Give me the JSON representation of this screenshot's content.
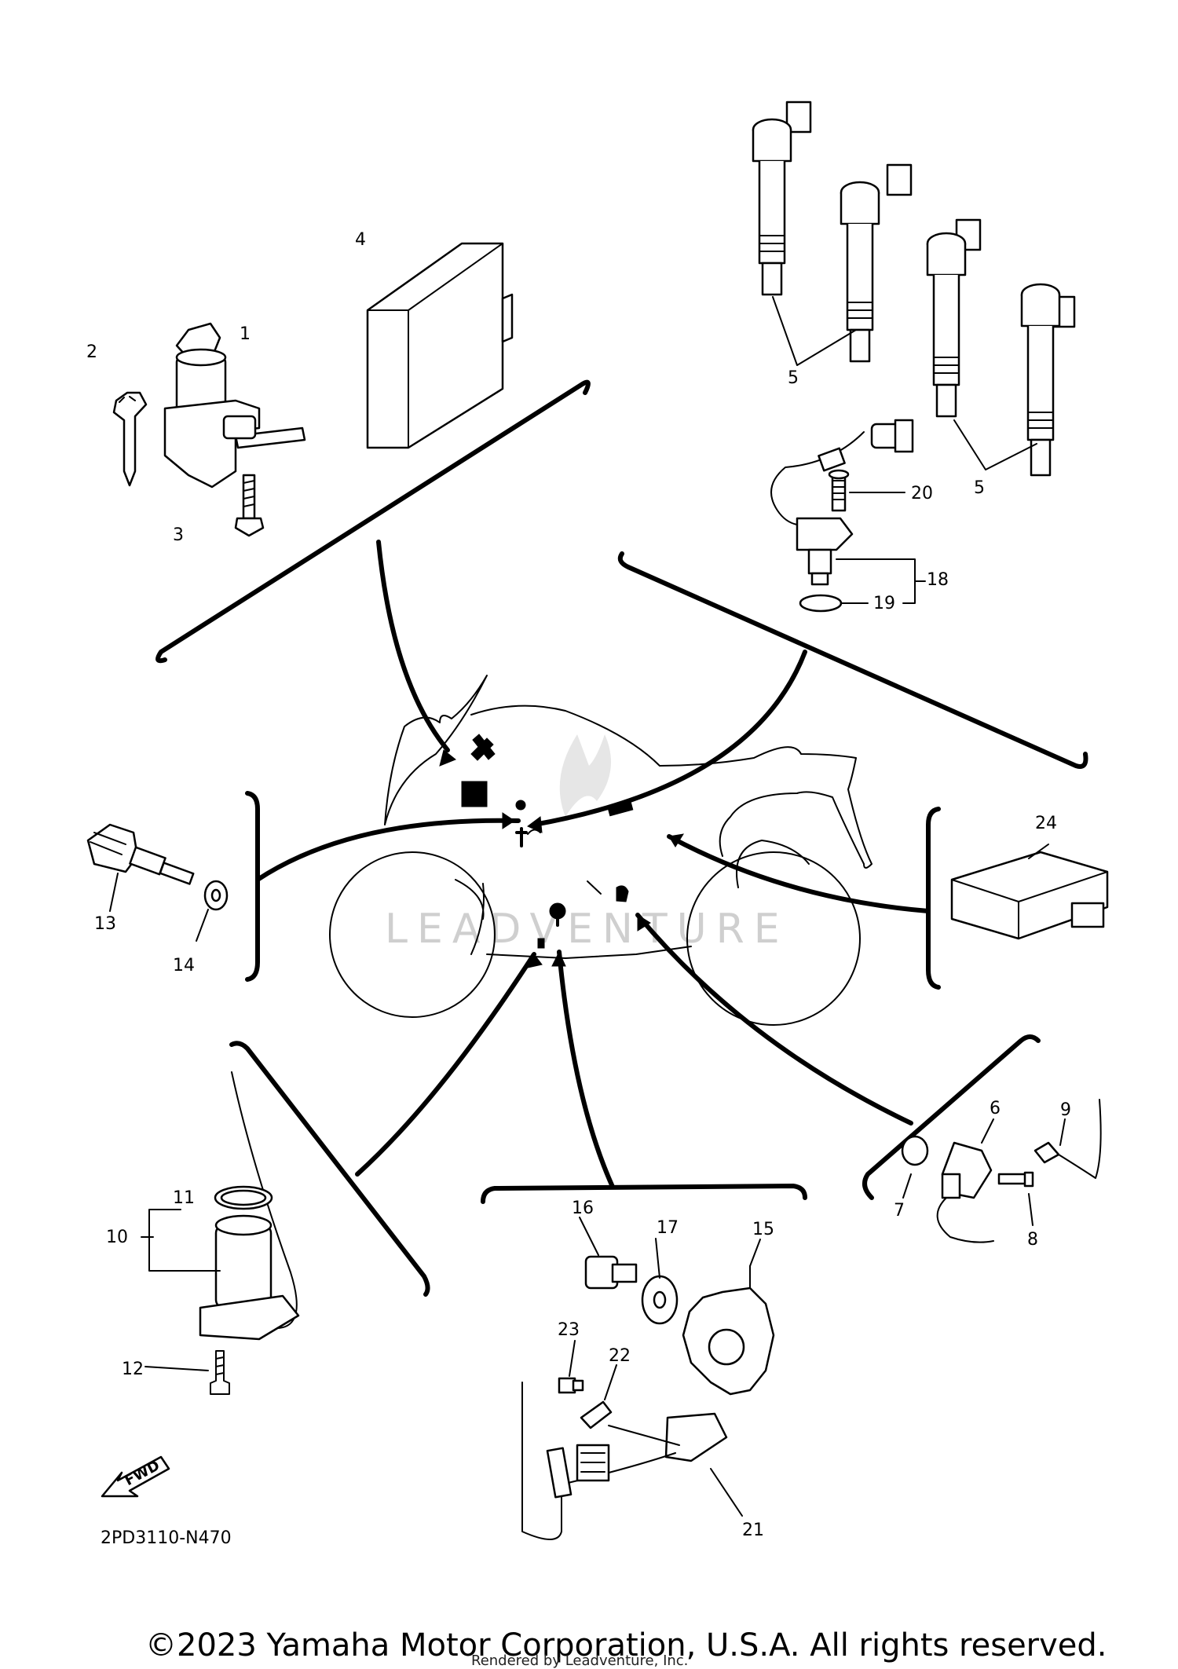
{
  "diagram": {
    "code": "2PD3110-N470",
    "fwd_label": "FWD",
    "watermark": "LEADVENTURE",
    "copyright": "©2023 Yamaha Motor Corporation, U.S.A. All rights reserved.",
    "rendered_by": "Rendered by Leadventure, Inc.",
    "callouts": [
      {
        "id": "1",
        "text": "1"
      },
      {
        "id": "2",
        "text": "2"
      },
      {
        "id": "3",
        "text": "3"
      },
      {
        "id": "4",
        "text": "4"
      },
      {
        "id": "5a",
        "text": "5"
      },
      {
        "id": "5b",
        "text": "5"
      },
      {
        "id": "6",
        "text": "6"
      },
      {
        "id": "7",
        "text": "7"
      },
      {
        "id": "8",
        "text": "8"
      },
      {
        "id": "9",
        "text": "9"
      },
      {
        "id": "10",
        "text": "10"
      },
      {
        "id": "11",
        "text": "11"
      },
      {
        "id": "12",
        "text": "12"
      },
      {
        "id": "13",
        "text": "13"
      },
      {
        "id": "14",
        "text": "14"
      },
      {
        "id": "15",
        "text": "15"
      },
      {
        "id": "16",
        "text": "16"
      },
      {
        "id": "17",
        "text": "17"
      },
      {
        "id": "18",
        "text": "18"
      },
      {
        "id": "19",
        "text": "19"
      },
      {
        "id": "20",
        "text": "20"
      },
      {
        "id": "21",
        "text": "21"
      },
      {
        "id": "22",
        "text": "22"
      },
      {
        "id": "23",
        "text": "23"
      },
      {
        "id": "24",
        "text": "24"
      }
    ]
  }
}
